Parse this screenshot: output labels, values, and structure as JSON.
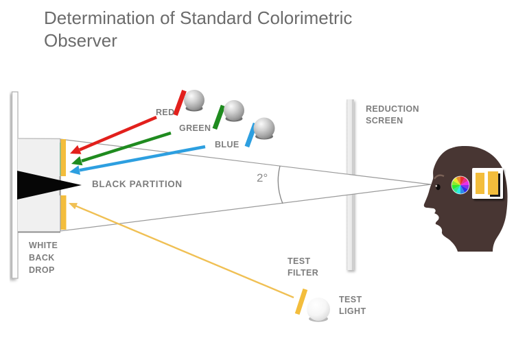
{
  "title": "Determination of Standard Colorimetric\nObserver",
  "labels": {
    "red": "RED",
    "green": "GREEN",
    "blue": "BLUE",
    "reduction_screen": "REDUCTION\nSCREEN",
    "black_partition": "BLACK PARTITION",
    "angle": "2°",
    "white_backdrop": "WHITE\nBACK\nDROP",
    "test_filter": "TEST\nFILTER",
    "test_light": "TEST\nLIGHT"
  },
  "colors": {
    "red": "#e2201c",
    "green": "#1f8b1f",
    "blue": "#2d9fe0",
    "yellow": "#f3bd3c",
    "yellow_arrow": "#f0c054",
    "teal_edge": "#79b89b",
    "head_brown": "#483633",
    "partition_black": "#060606",
    "title_gray": "#6b6b6b",
    "label_gray": "#7d7d7d",
    "line_gray": "#9a9a9a"
  }
}
